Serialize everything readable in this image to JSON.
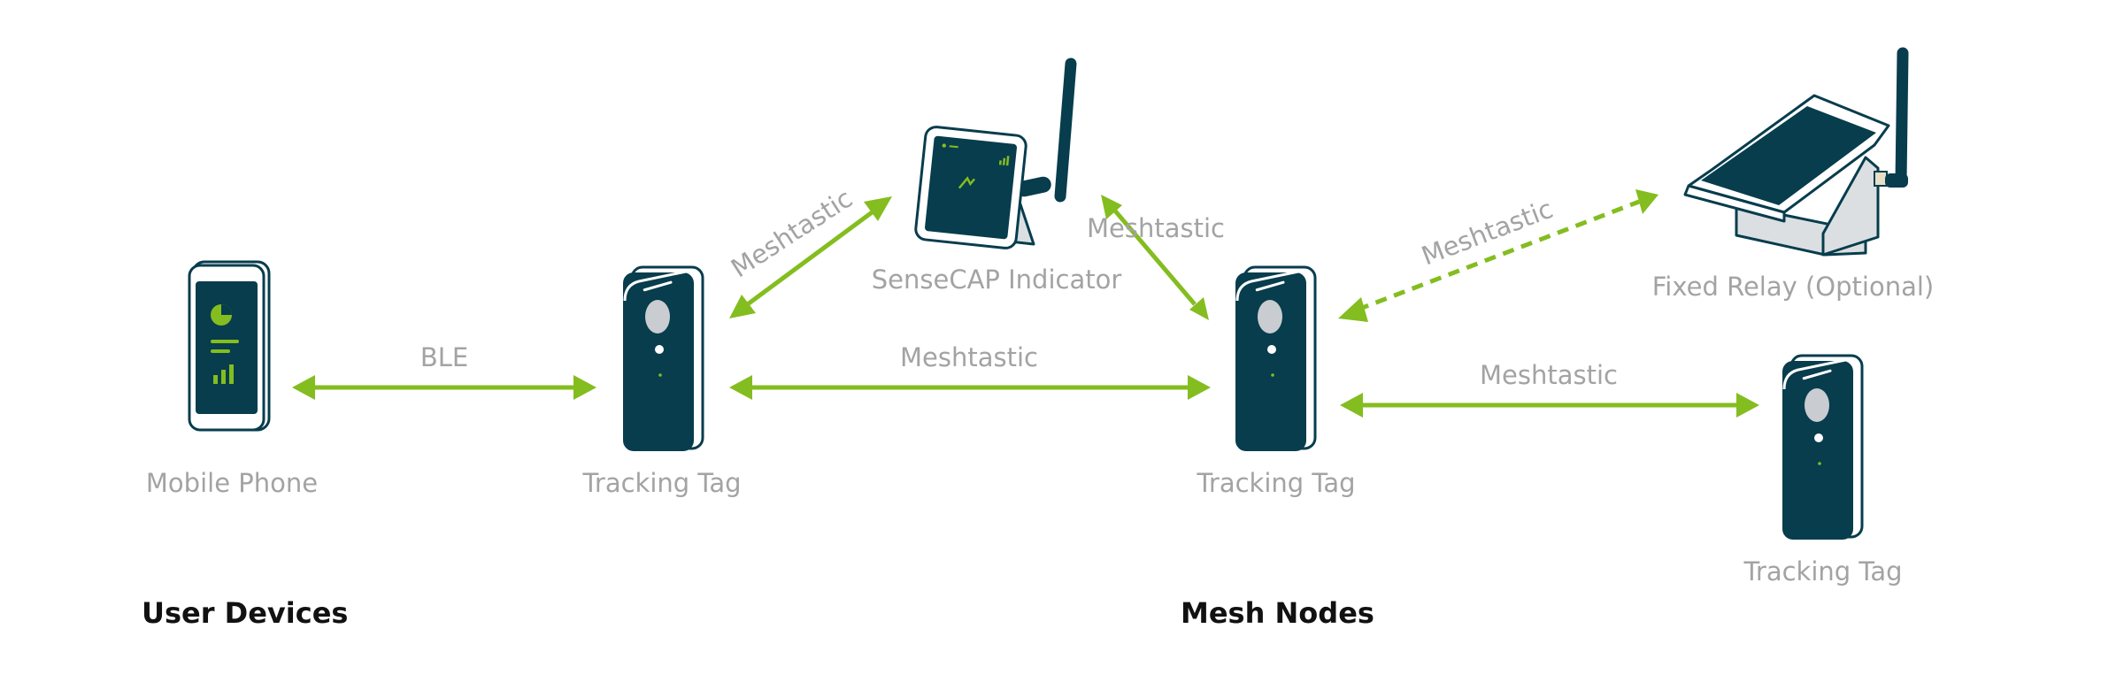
{
  "nodes": {
    "mobile_phone": "Mobile Phone",
    "tracking_tag_1": "Tracking Tag",
    "sensecap_indicator": "SenseCAP Indicator",
    "tracking_tag_2": "Tracking Tag",
    "fixed_relay": "Fixed Relay (Optional)",
    "tracking_tag_3": "Tracking Tag"
  },
  "links": {
    "phone_to_tag": "BLE",
    "tag1_to_indicator": "Meshtastic",
    "tag1_to_tag2": "Meshtastic",
    "indicator_to_tag2": "Meshtastic",
    "tag2_to_relay": "Meshtastic",
    "tag2_to_tag3": "Meshtastic"
  },
  "sections": {
    "user_devices": "User Devices",
    "mesh_nodes": "Mesh Nodes"
  },
  "colors": {
    "link_arrow": "#84bd1f",
    "device_body": "#073d4d",
    "label_text": "#a3a3a3",
    "section_text": "#111111"
  },
  "icons": {
    "mobile_phone": "phone-icon",
    "tracking_tag": "tracking-tag-icon",
    "sensecap_indicator": "indicator-device-icon",
    "fixed_relay": "solar-relay-icon"
  }
}
